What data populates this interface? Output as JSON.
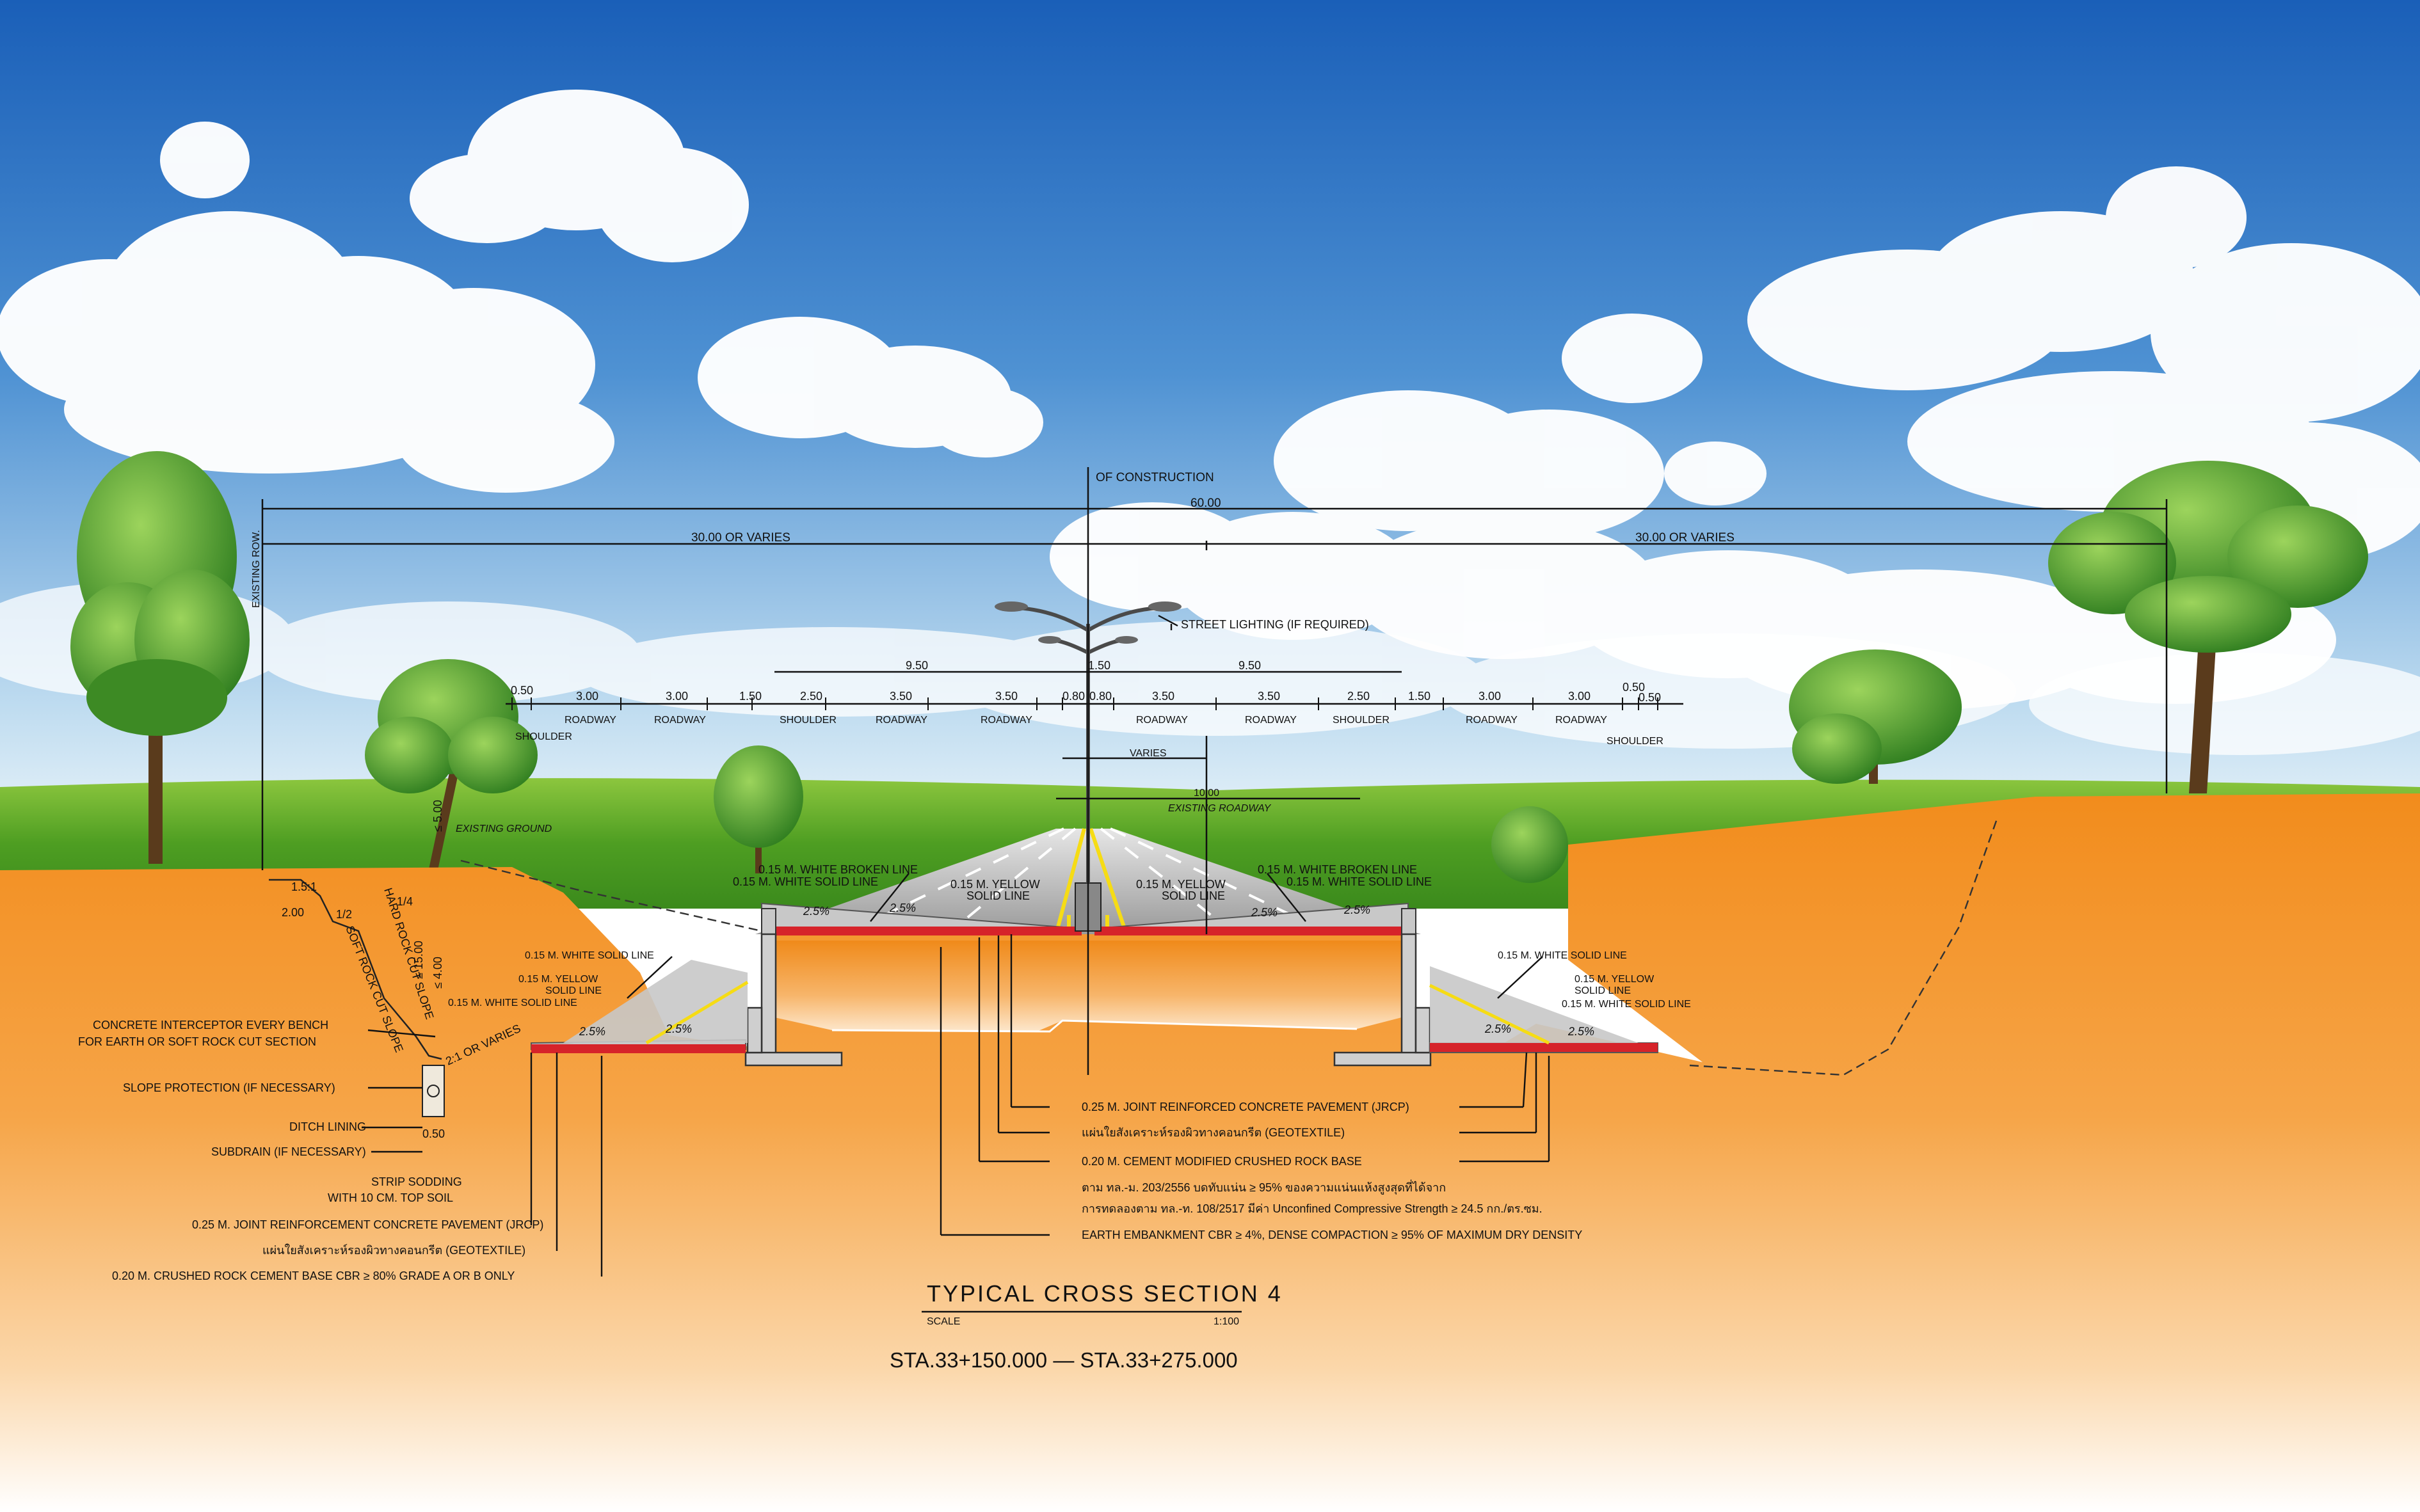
{
  "title": {
    "main": "TYPICAL CROSS SECTION 4",
    "scale_label": "SCALE",
    "scale_value": "1:100",
    "station": "STA.33+150.000  —  STA.33+275.000"
  },
  "dimensions": {
    "centerline": "OF CONSTRUCTION",
    "total_row": "60.00",
    "left_half": "30.00 OR VARIES",
    "right_half": "30.00 OR VARIES",
    "existing_row": "EXISTING ROW.",
    "left_carriage": "9.50",
    "right_carriage": "9.50",
    "median": "1.50",
    "varies": "VARIES",
    "existing_roadway_width": "10.00",
    "existing_roadway": "EXISTING ROADWAY",
    "existing_ground": "EXISTING GROUND",
    "lane_values": [
      "0.50",
      "3.00",
      "3.00",
      "1.50",
      "2.50",
      "3.50",
      "3.50",
      "0.80",
      "0.80",
      "3.50",
      "3.50",
      "2.50",
      "1.50",
      "3.00",
      "3.00",
      "0.50",
      "0.50"
    ],
    "lane_labels": [
      "ROADWAY",
      "ROADWAY",
      "SHOULDER",
      "ROADWAY",
      "ROADWAY",
      "ROADWAY",
      "ROADWAY",
      "SHOULDER",
      "ROADWAY",
      "ROADWAY"
    ],
    "shoulder_left": "SHOULDER",
    "shoulder_right": "SHOULDER",
    "cross_slopes": [
      "2.5%",
      "2.5%",
      "2.5%",
      "2.5%",
      "2.5%",
      "2.5%",
      "2.5%",
      "2.5%"
    ],
    "cut_labels": [
      "1.5:1",
      "2.00",
      "1/2",
      "1/4",
      "SOFT ROCK CUT SLOPE",
      "HARD ROCK CUT SLOPE",
      "≤ 5.00",
      "≤ 15.00",
      "≤ 4.00",
      "2:1 OR VARIES",
      "0.50"
    ]
  },
  "callouts_upper": {
    "street_lighting": "STREET LIGHTING (IF REQUIRED)",
    "white_broken_l": "0.15  M. WHITE BROKEN LINE",
    "white_solid_l": "0.15  M. WHITE SOLID LINE",
    "yellow_l": "0.15  M. YELLOW\nSOLID LINE",
    "yellow_r": "0.15  M. YELLOW\nSOLID LINE",
    "white_broken_r": "0.15  M. WHITE BROKEN LINE",
    "white_solid_r": "0.15  M. WHITE SOLID LINE"
  },
  "callouts_left_frontage": {
    "white_solid_1": "0.15  M. WHITE SOLID LINE",
    "yellow": "0.15  M. YELLOW\nSOLID LINE",
    "white_solid_2": "0.15  M. WHITE SOLID LINE"
  },
  "callouts_right_frontage": {
    "white_solid_1": "0.15  M. WHITE SOLID LINE",
    "yellow": "0.15  M. YELLOW\nSOLID LINE",
    "white_solid_2": "0.15  M. WHITE SOLID LINE"
  },
  "callouts_left": [
    "CONCRETE INTERCEPTOR EVERY BENCH",
    "FOR EARTH OR SOFT ROCK CUT SECTION",
    "SLOPE PROTECTION (IF NECESSARY)",
    "DITCH LINING",
    "SUBDRAIN (IF NECESSARY)",
    "STRIP SODDING",
    "WITH 10 CM. TOP SOIL",
    "0.25  M. JOINT REINFORCEMENT CONCRETE PAVEMENT (JRCP)",
    "แผ่นใยสังเคราะห์รองผิวทางคอนกรีต (GEOTEXTILE)",
    "0.20  M. CRUSHED ROCK CEMENT BASE CBR ≥ 80% GRADE A OR B ONLY"
  ],
  "callouts_center": [
    "0.25  M. JOINT REINFORCED CONCRETE PAVEMENT (JRCP)",
    "แผ่นใยสังเคราะห์รองผิวทางคอนกรีต (GEOTEXTILE)",
    "0.20  M. CEMENT MODIFIED CRUSHED ROCK BASE",
    "ตาม ทล.-ม. 203/2556 บดทับแน่น ≥ 95% ของความแน่นแห้งสูงสุดที่ได้จาก",
    "การทดลองตาม ทล.-ท. 108/2517  มีค่า Unconfined Compressive Strength ≥ 24.5 กก./ตร.ซม.",
    "EARTH EMBANKMENT CBR ≥ 4%, DENSE COMPACTION ≥ 95% OF MAXIMUM DRY DENSITY"
  ],
  "colors": {
    "sky_top": "#1a5fb8",
    "sky_bottom": "#e6f1f9",
    "grass": "#55a025",
    "earth": "#f39a2a",
    "pavement": "#c8c8c8",
    "base_red": "#d6232a",
    "yellow_line": "#f6dc14"
  }
}
